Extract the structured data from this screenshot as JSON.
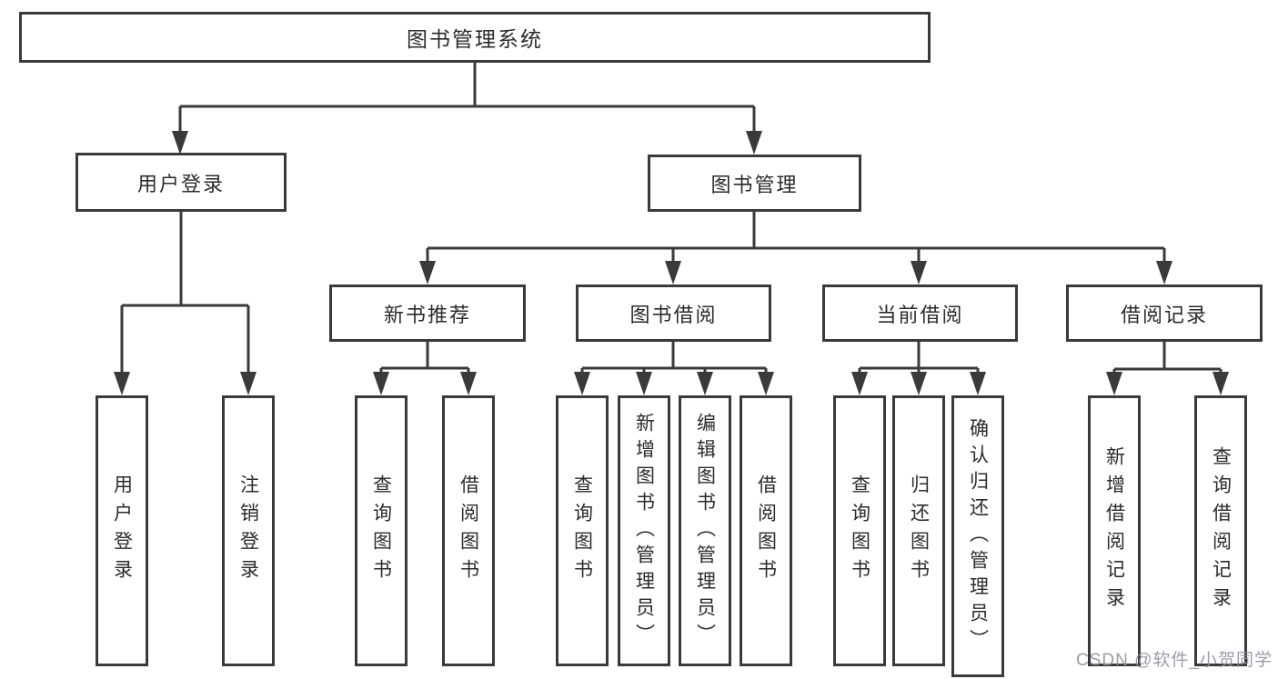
{
  "nodes": {
    "root": "图书管理系统",
    "user_login": "用户登录",
    "book_mgmt": "图书管理",
    "new_book_rec": "新书推荐",
    "book_borrow": "图书借阅",
    "current_borrow": "当前借阅",
    "borrow_records": "借阅记录"
  },
  "leaves": {
    "login": "用户登录",
    "logout": "注销登录",
    "rec_query_books": "查询图书",
    "rec_borrow_books": "借阅图书",
    "bb_query_books": "查询图书",
    "bb_add_books": "新增图书（管理员）",
    "bb_edit_books": "编辑图书（管理员）",
    "bb_borrow_books": "借阅图书",
    "cb_query_books": "查询图书",
    "cb_return_books": "归还图书",
    "cb_confirm_return": "确认归还（管理员）",
    "br_add_record": "新增借阅记录",
    "br_query_record": "查询借阅记录"
  },
  "watermark": "CSDN @软件_小贺同学",
  "colors": {
    "line": "#3a3a3c",
    "text": "#2b2b2b",
    "background": "#ffffff",
    "watermark": "#8f939b"
  }
}
